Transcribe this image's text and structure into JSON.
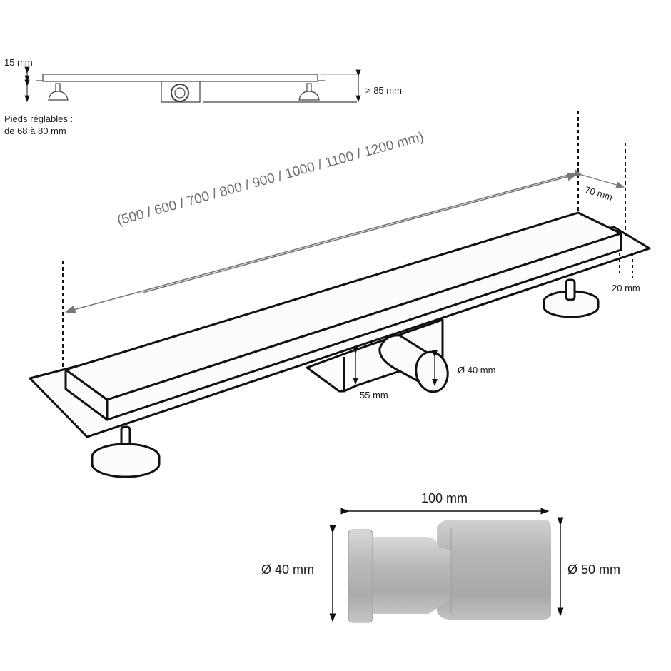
{
  "side_view": {
    "grate_height_label": "15 mm",
    "total_height_label": "> 85 mm",
    "feet_label_line1": "Pieds réglables :",
    "feet_label_line2": "de 68 à 80 mm"
  },
  "main_view": {
    "length_label": "(500 / 600 / 700 / 800 / 900 / 1000 / 1100 / 1200 mm)",
    "width_label": "70 mm",
    "flange_label": "20 mm",
    "outlet_height_label": "55 mm",
    "outlet_diameter_label": "Ø 40 mm"
  },
  "adapter": {
    "length_label": "100 mm",
    "small_diameter_label": "Ø 40 mm",
    "large_diameter_label": "Ø 50 mm"
  },
  "colors": {
    "line": "#111111",
    "dimension": "#777777",
    "fill": "#fdfcfb",
    "pipe_gray": "#b4b6b8"
  }
}
